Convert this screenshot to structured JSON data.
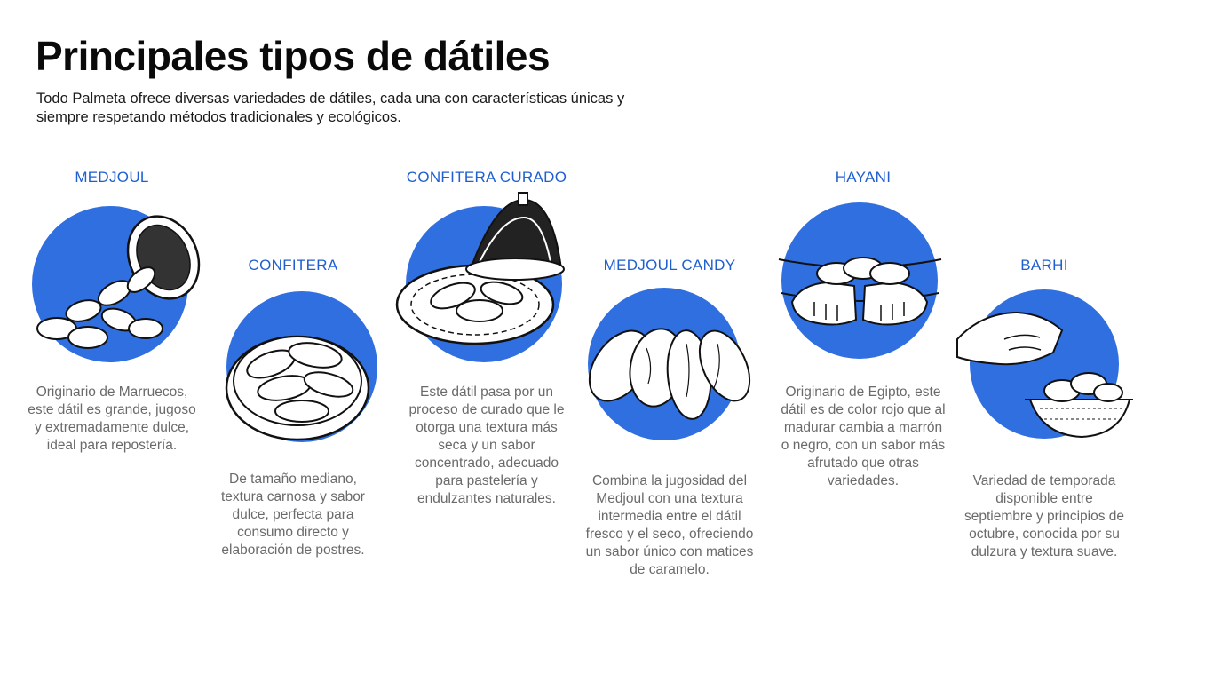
{
  "header": {
    "title": "Principales tipos de dátiles",
    "intro": "Todo Palmeta ofrece diversas variedades de dátiles, cada una con características únicas y siempre respetando métodos tradicionales y ecológicos."
  },
  "colors": {
    "accent": "#1f5fd0",
    "circle": "#2f6fe0",
    "description": "#6a6a6a",
    "title": "#0a0a0a"
  },
  "varieties": [
    {
      "name": "MEDJOUL",
      "illustration": "bowl-of-dates-icon",
      "description": "Originario de Marruecos, este dátil es grande, jugoso y extremadamente dulce, ideal para repostería."
    },
    {
      "name": "CONFITERA",
      "illustration": "round-tin-of-dates-icon",
      "description": "De tamaño mediano, textura carnosa y sabor dulce, perfecta para consumo directo y elaboración de postres."
    },
    {
      "name": "CONFITERA CURADO",
      "illustration": "tagine-with-dates-icon",
      "description": "Este dátil pasa por un proceso de curado que le otorga una textura más seca y un sabor concentrado, adecuado para pastelería y endulzantes naturales."
    },
    {
      "name": "MEDJOUL CANDY",
      "illustration": "large-dates-icon",
      "description": "Combina la jugosidad del Medjoul con una textura intermedia entre el dátil fresco y el seco, ofreciendo un sabor único con matices de caramelo."
    },
    {
      "name": "HAYANI",
      "illustration": "hands-holding-dates-icon",
      "description": "Originario de Egipto, este dátil es de color rojo que al madurar cambia a marrón o negro, con un sabor más afrutado que otras variedades."
    },
    {
      "name": "BARHI",
      "illustration": "hand-and-glass-bowl-icon",
      "description": "Variedad de temporada disponible entre septiembre y principios de octubre, conocida por su dulzura y textura suave."
    }
  ]
}
